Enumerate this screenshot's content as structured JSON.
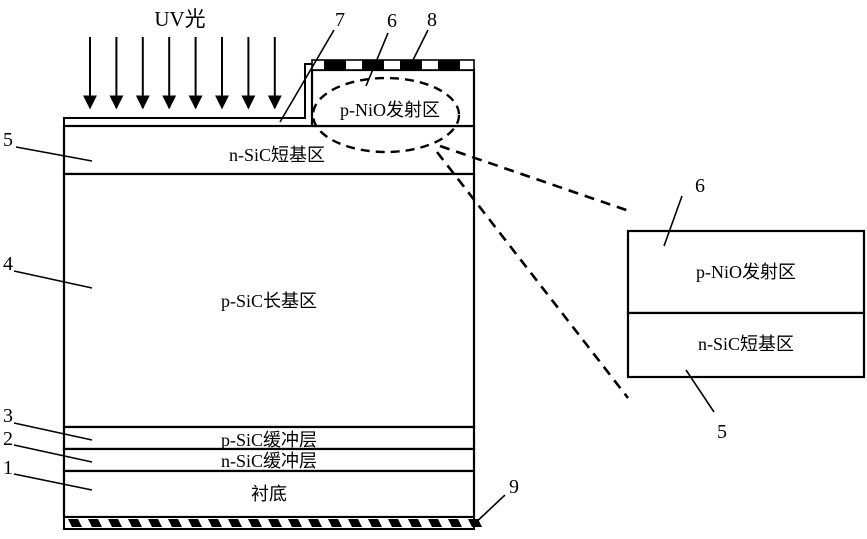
{
  "illumination": {
    "label": "UV光",
    "arrow_count": 8
  },
  "layers": {
    "emitter": "p-NiO发射区",
    "short_base": "n-SiC短基区",
    "long_base": "p-SiC长基区",
    "p_buffer": "p-SiC缓冲层",
    "n_buffer": "n-SiC缓冲层",
    "substrate": "衬底"
  },
  "callouts": {
    "n1": "1",
    "n2": "2",
    "n3": "3",
    "n4": "4",
    "n5": "5",
    "n6": "6",
    "n7": "7",
    "n8": "8",
    "n9": "9"
  },
  "inset": {
    "top_label": "p-NiO发射区",
    "bottom_label": "n-SiC短基区",
    "top_number": "6",
    "bottom_number": "5"
  }
}
